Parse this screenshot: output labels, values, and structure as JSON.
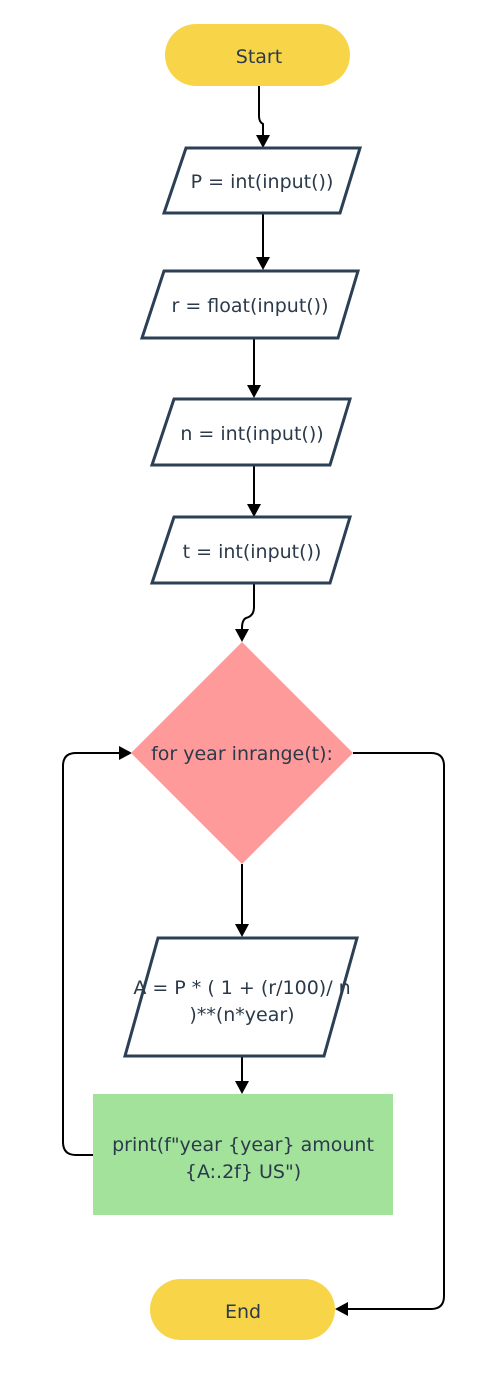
{
  "colors": {
    "terminal": "#f8d548",
    "decision": "#ff9a9a",
    "process": "#a3e29a",
    "io_stroke": "#2b3f55",
    "text": "#2b3a4a",
    "edge": "#000000"
  },
  "nodes": {
    "start": {
      "label": "Start"
    },
    "input_p": {
      "label": "P = int(input())"
    },
    "input_r": {
      "label": "r = float(input())"
    },
    "input_n": {
      "label": "n = int(input())"
    },
    "input_t": {
      "label": "t = int(input())"
    },
    "loop": {
      "label": "for year inrange(t):"
    },
    "compute": {
      "line1": "A = P * ( 1 + (r/100)/ n",
      "line2": ")**(n*year)"
    },
    "print": {
      "line1": "print(f\"year {year} amount",
      "line2": "{A:.2f} US\")"
    },
    "end": {
      "label": "End"
    }
  }
}
